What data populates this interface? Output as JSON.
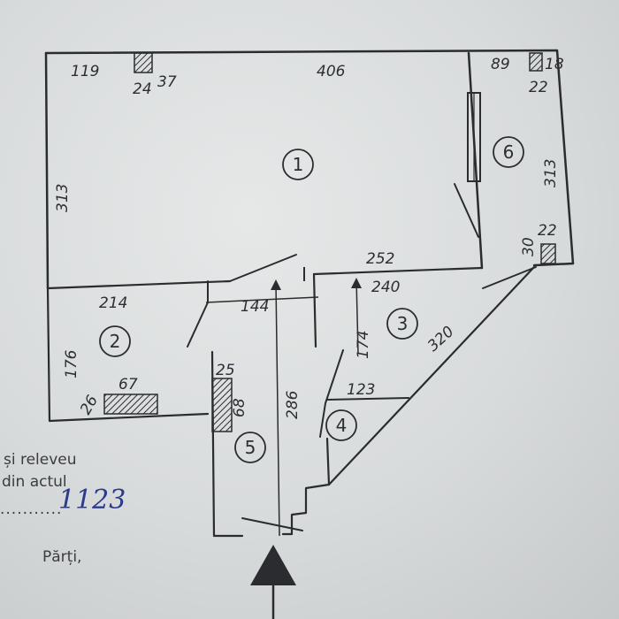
{
  "rooms": [
    {
      "id": "1",
      "label": "1"
    },
    {
      "id": "2",
      "label": "2"
    },
    {
      "id": "3",
      "label": "3"
    },
    {
      "id": "4",
      "label": "4"
    },
    {
      "id": "5",
      "label": "5"
    },
    {
      "id": "6",
      "label": "6"
    }
  ],
  "dimensions": {
    "top_left_offset": "119",
    "chimney_left_width": "24",
    "chimney_left_mark": "37",
    "top_wall": "406",
    "top_right_offset": "89",
    "chimney_right_depth": "18",
    "chimney_right_width": "22",
    "room1_height": "313",
    "room6_height": "313",
    "room1_bottom_right": "252",
    "room2_top": "214",
    "hall_width": "144",
    "room3_top": "240",
    "room2_height": "176",
    "room3_height": "174",
    "room3_diagonal": "320",
    "chimney_corner_width": "22",
    "chimney_corner_depth": "30",
    "room2_chimney_width": "67",
    "room2_chimney_offset": "26",
    "room5_chimney_width": "25",
    "room5_chimney_height": "68",
    "hall_length": "286",
    "room4_width": "123"
  },
  "document": {
    "line1": "și releveu",
    "line2": "din actul",
    "dots": "...........",
    "handwritten": "1123",
    "parties": "Părți,"
  },
  "colors": {
    "ink": "#2a2c30",
    "paper": "#dcdfe0",
    "signature_ink": "#2b3a8c"
  },
  "icons": {
    "entrance": "entrance-arrow-icon"
  }
}
